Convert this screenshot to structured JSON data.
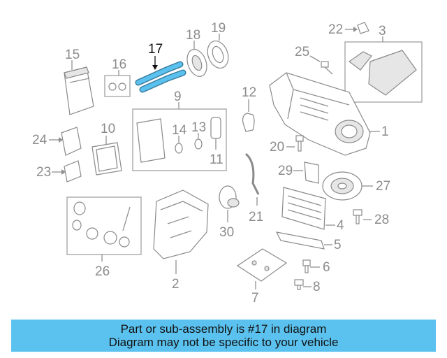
{
  "diagram": {
    "highlighted_part": "17",
    "highlight_color": "#5bc2ef",
    "callouts": {
      "c1": "1",
      "c2": "2",
      "c3": "3",
      "c4": "4",
      "c5": "5",
      "c6": "6",
      "c7": "7",
      "c8": "8",
      "c9": "9",
      "c10": "10",
      "c11": "11",
      "c12": "12",
      "c13": "13",
      "c14": "14",
      "c15": "15",
      "c16": "16",
      "c17": "17",
      "c18": "18",
      "c19": "19",
      "c20": "20",
      "c21": "21",
      "c22": "22",
      "c23": "23",
      "c24": "24",
      "c25": "25",
      "c26": "26",
      "c27": "27",
      "c28": "28",
      "c29": "29",
      "c30": "30"
    }
  },
  "banner": {
    "line1": "Part or sub-assembly is #17 in diagram",
    "line2": "Diagram may not be specific to your vehicle"
  }
}
